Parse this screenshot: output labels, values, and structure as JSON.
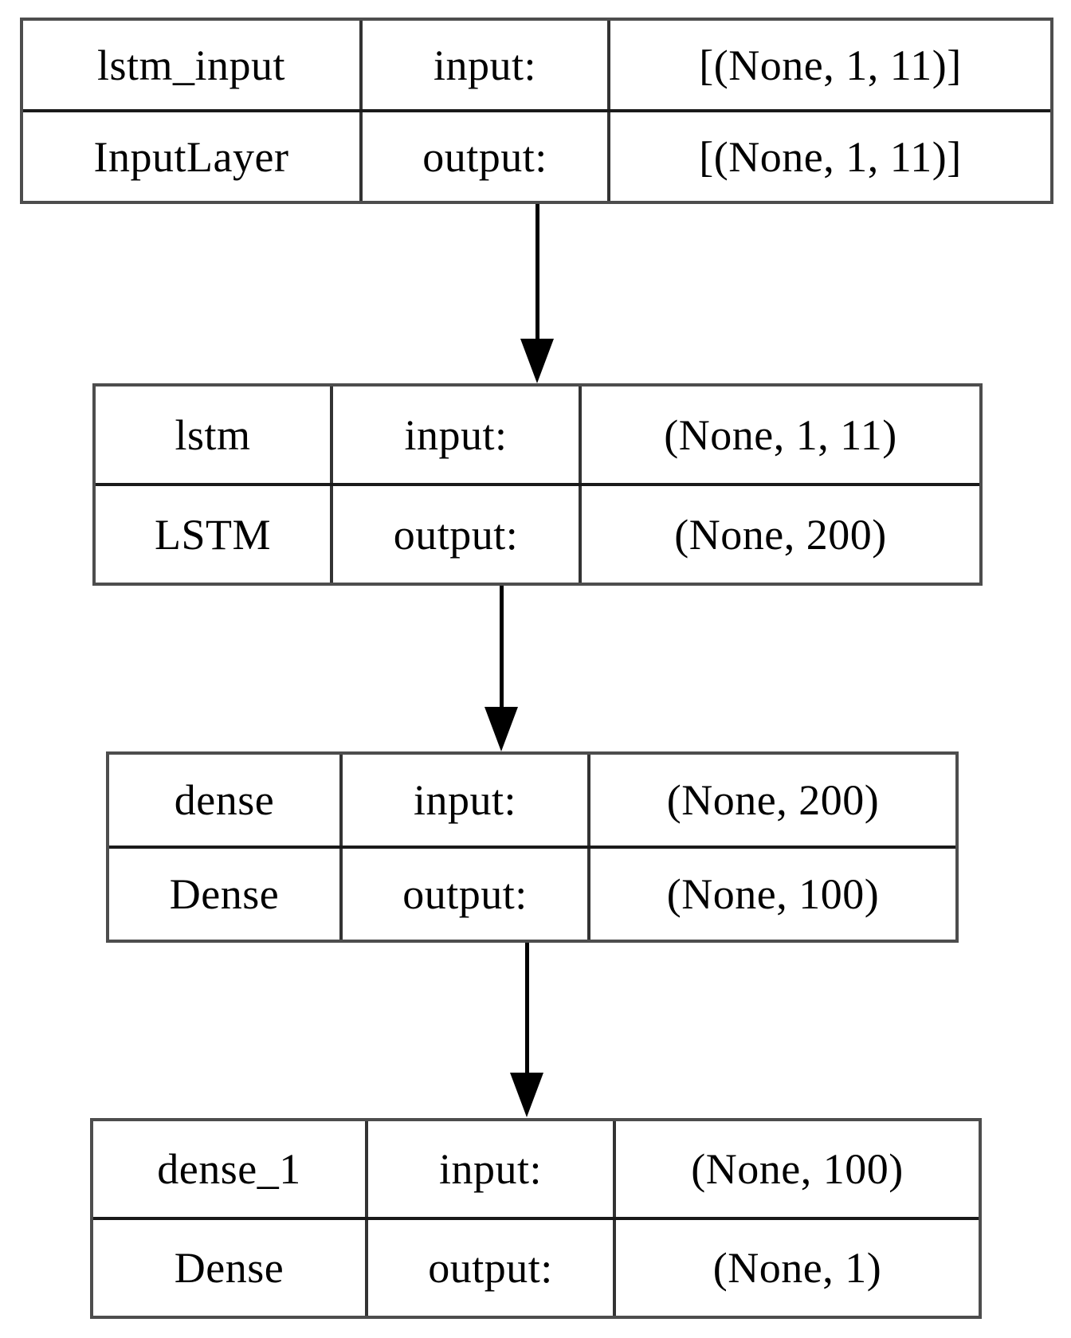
{
  "diagram": {
    "title": "Keras model architecture plot",
    "background_color": "#ffffff",
    "box_border_color": "#4d4d4d",
    "text_color": "#000000",
    "arrow_color": "#000000",
    "row_labels": {
      "input": "input:",
      "output": "output:"
    },
    "nodes": [
      {
        "id": "lstm_input",
        "name": "lstm_input",
        "type": "InputLayer",
        "input_label": "input:",
        "input_shape": "[(None, 1, 11)]",
        "output_label": "output:",
        "output_shape": "[(None, 1, 11)]"
      },
      {
        "id": "lstm",
        "name": "lstm",
        "type": "LSTM",
        "input_label": "input:",
        "input_shape": "(None, 1, 11)",
        "output_label": "output:",
        "output_shape": "(None, 200)"
      },
      {
        "id": "dense",
        "name": "dense",
        "type": "Dense",
        "input_label": "input:",
        "input_shape": "(None, 200)",
        "output_label": "output:",
        "output_shape": "(None, 100)"
      },
      {
        "id": "dense_1",
        "name": "dense_1",
        "type": "Dense",
        "input_label": "input:",
        "input_shape": "(None, 100)",
        "output_label": "output:",
        "output_shape": "(None, 1)"
      }
    ],
    "edges": [
      {
        "from": "lstm_input",
        "to": "lstm"
      },
      {
        "from": "lstm",
        "to": "dense"
      },
      {
        "from": "dense",
        "to": "dense_1"
      }
    ]
  }
}
